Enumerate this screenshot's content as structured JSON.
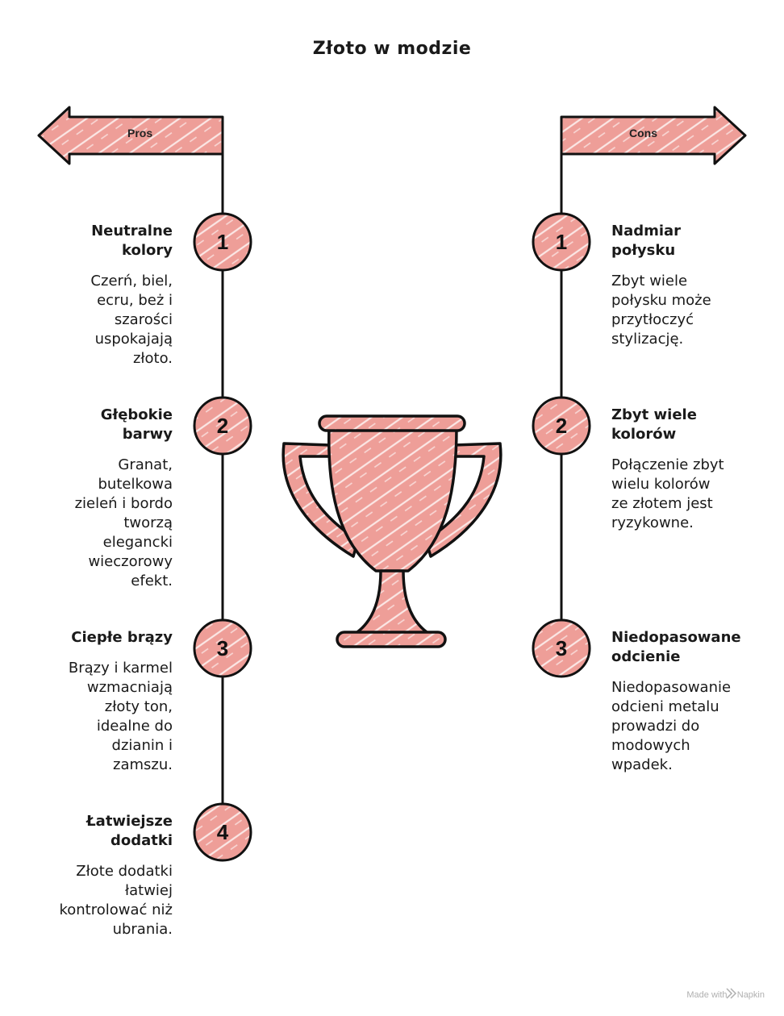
{
  "title": "Złoto w modzie",
  "colors": {
    "fill": "#ee9e98",
    "stroke": "#111111",
    "hatch": "#ffffff"
  },
  "pros": {
    "label": "Pros",
    "items": [
      {
        "number": "1",
        "heading_1": "Neutralne",
        "heading_2": "kolory",
        "desc": [
          "Czerń, biel,",
          "ecru, beż i",
          "szarości",
          "uspokajają",
          "złoto."
        ]
      },
      {
        "number": "2",
        "heading_1": "Głębokie",
        "heading_2": "barwy",
        "desc": [
          "Granat,",
          "butelkowa",
          "zieleń i bordo",
          "tworzą",
          "elegancki",
          "wieczorowy",
          "efekt."
        ]
      },
      {
        "number": "3",
        "heading_1": "Ciepłe brązy",
        "heading_2": "",
        "desc": [
          "Brązy i karmel",
          "wzmacniają",
          "złoty ton,",
          "idealne do",
          "dzianin i",
          "zamszu."
        ]
      },
      {
        "number": "4",
        "heading_1": "Łatwiejsze",
        "heading_2": "dodatki",
        "desc": [
          "Złote dodatki",
          "łatwiej",
          "kontrolować niż",
          "ubrania."
        ]
      }
    ]
  },
  "cons": {
    "label": "Cons",
    "items": [
      {
        "number": "1",
        "heading_1": "Nadmiar",
        "heading_2": "połysku",
        "desc": [
          "Zbyt wiele",
          "połysku może",
          "przytłoczyć",
          "stylizację."
        ]
      },
      {
        "number": "2",
        "heading_1": "Zbyt wiele",
        "heading_2": "kolorów",
        "desc": [
          "Połączenie zbyt",
          "wielu kolorów",
          "ze złotem jest",
          "ryzykowne."
        ]
      },
      {
        "number": "3",
        "heading_1": "Niedopasowane",
        "heading_2": "odcienie",
        "desc": [
          "Niedopasowanie",
          "odcieni metalu",
          "prowadzi do",
          "modowych",
          "wpadek."
        ]
      }
    ]
  },
  "center_icon": "trophy-icon",
  "footer": {
    "text": "Made with",
    "brand": "Napkin",
    "icon": "napkin-logo-icon"
  }
}
